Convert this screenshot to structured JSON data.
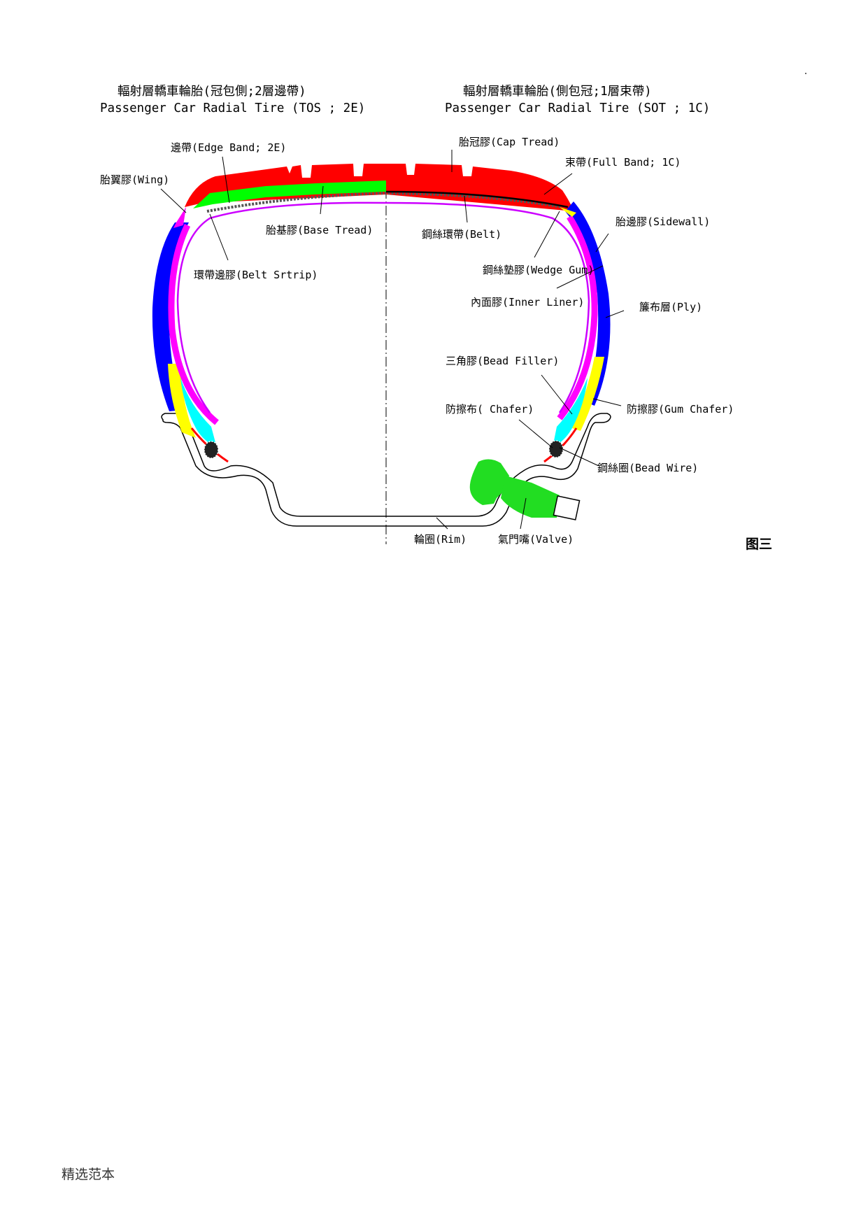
{
  "titles": {
    "left_cn": "輻射層轎車輪胎(冠包側;2層邊帶)",
    "left_en": "Passenger Car Radial Tire (TOS ; 2E)",
    "right_cn": "輻射層轎車輪胎(側包冠;1層束帶)",
    "right_en": "Passenger Car Radial Tire (SOT ; 1C)"
  },
  "labels": {
    "edge_band": "邊帶(Edge Band; 2E)",
    "wing": "胎翼膠(Wing)",
    "base_tread": "胎基膠(Base Tread)",
    "belt_strip": "環帶邊膠(Belt Srtrip)",
    "cap_tread": "胎冠膠(Cap Tread)",
    "full_band": "束帶(Full Band; 1C)",
    "sidewall": "胎邊膠(Sidewall)",
    "belt": "鋼絲環帶(Belt)",
    "wedge_gum": "鋼絲墊膠(Wedge Gum)",
    "inner_liner": "內面膠(Inner Liner)",
    "ply": "簾布層(Ply)",
    "bead_filler": "三角膠(Bead Filler)",
    "chafer": "防擦布( Chafer)",
    "gum_chafer": "防擦膠(Gum Chafer)",
    "bead_wire": "鋼絲圈(Bead Wire)",
    "rim": "輪圈(Rim)",
    "valve": "氣門嘴(Valve)"
  },
  "figure_label": "图三",
  "footer": "精选范本",
  "colors": {
    "cap_tread": "#ff0000",
    "base_tread": "#00ff00",
    "sidewall": "#0000ff",
    "wing": "#ff00ff",
    "ply": "#ff00ff",
    "inner_liner": "#cc00ff",
    "gum_chafer": "#ffff00",
    "bead_filler": "#00ffff",
    "valve": "#22dd22",
    "bead_wire": "#000000"
  }
}
